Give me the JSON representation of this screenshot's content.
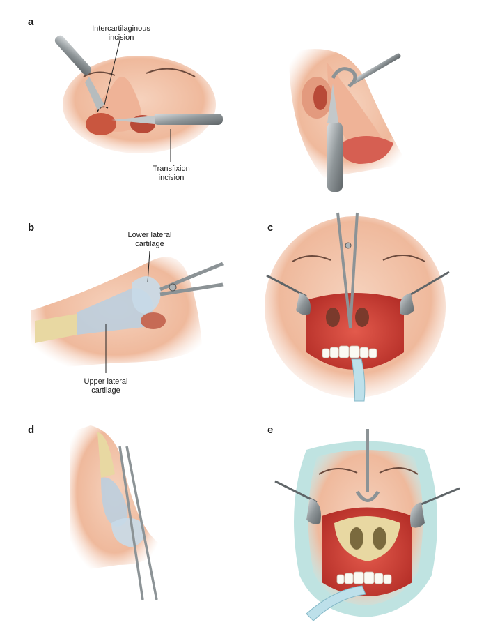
{
  "panels": {
    "a": {
      "letter": "a",
      "label_top": [
        "Intercartilaginous",
        "incision"
      ],
      "label_bottom": [
        "Transfixion",
        "incision"
      ]
    },
    "b": {
      "letter": "b",
      "label_top": [
        "Lower lateral",
        "cartilage"
      ],
      "label_bottom": [
        "Upper lateral",
        "cartilage"
      ]
    },
    "c": {
      "letter": "c"
    },
    "d": {
      "letter": "d"
    },
    "e": {
      "letter": "e"
    }
  },
  "colors": {
    "skin": "#f2c4ab",
    "skin_shadow": "#e7a58a",
    "mucosa": "#d9473c",
    "instrument": "#8c9396",
    "cartilage": "#b9cfe0",
    "bone": "#e8d8a2",
    "drape": "#bfe3e1",
    "tube": "#bde0ea"
  },
  "icons": [
    "scalpel-icon",
    "scissors-icon",
    "retractor-icon",
    "forceps-icon"
  ]
}
